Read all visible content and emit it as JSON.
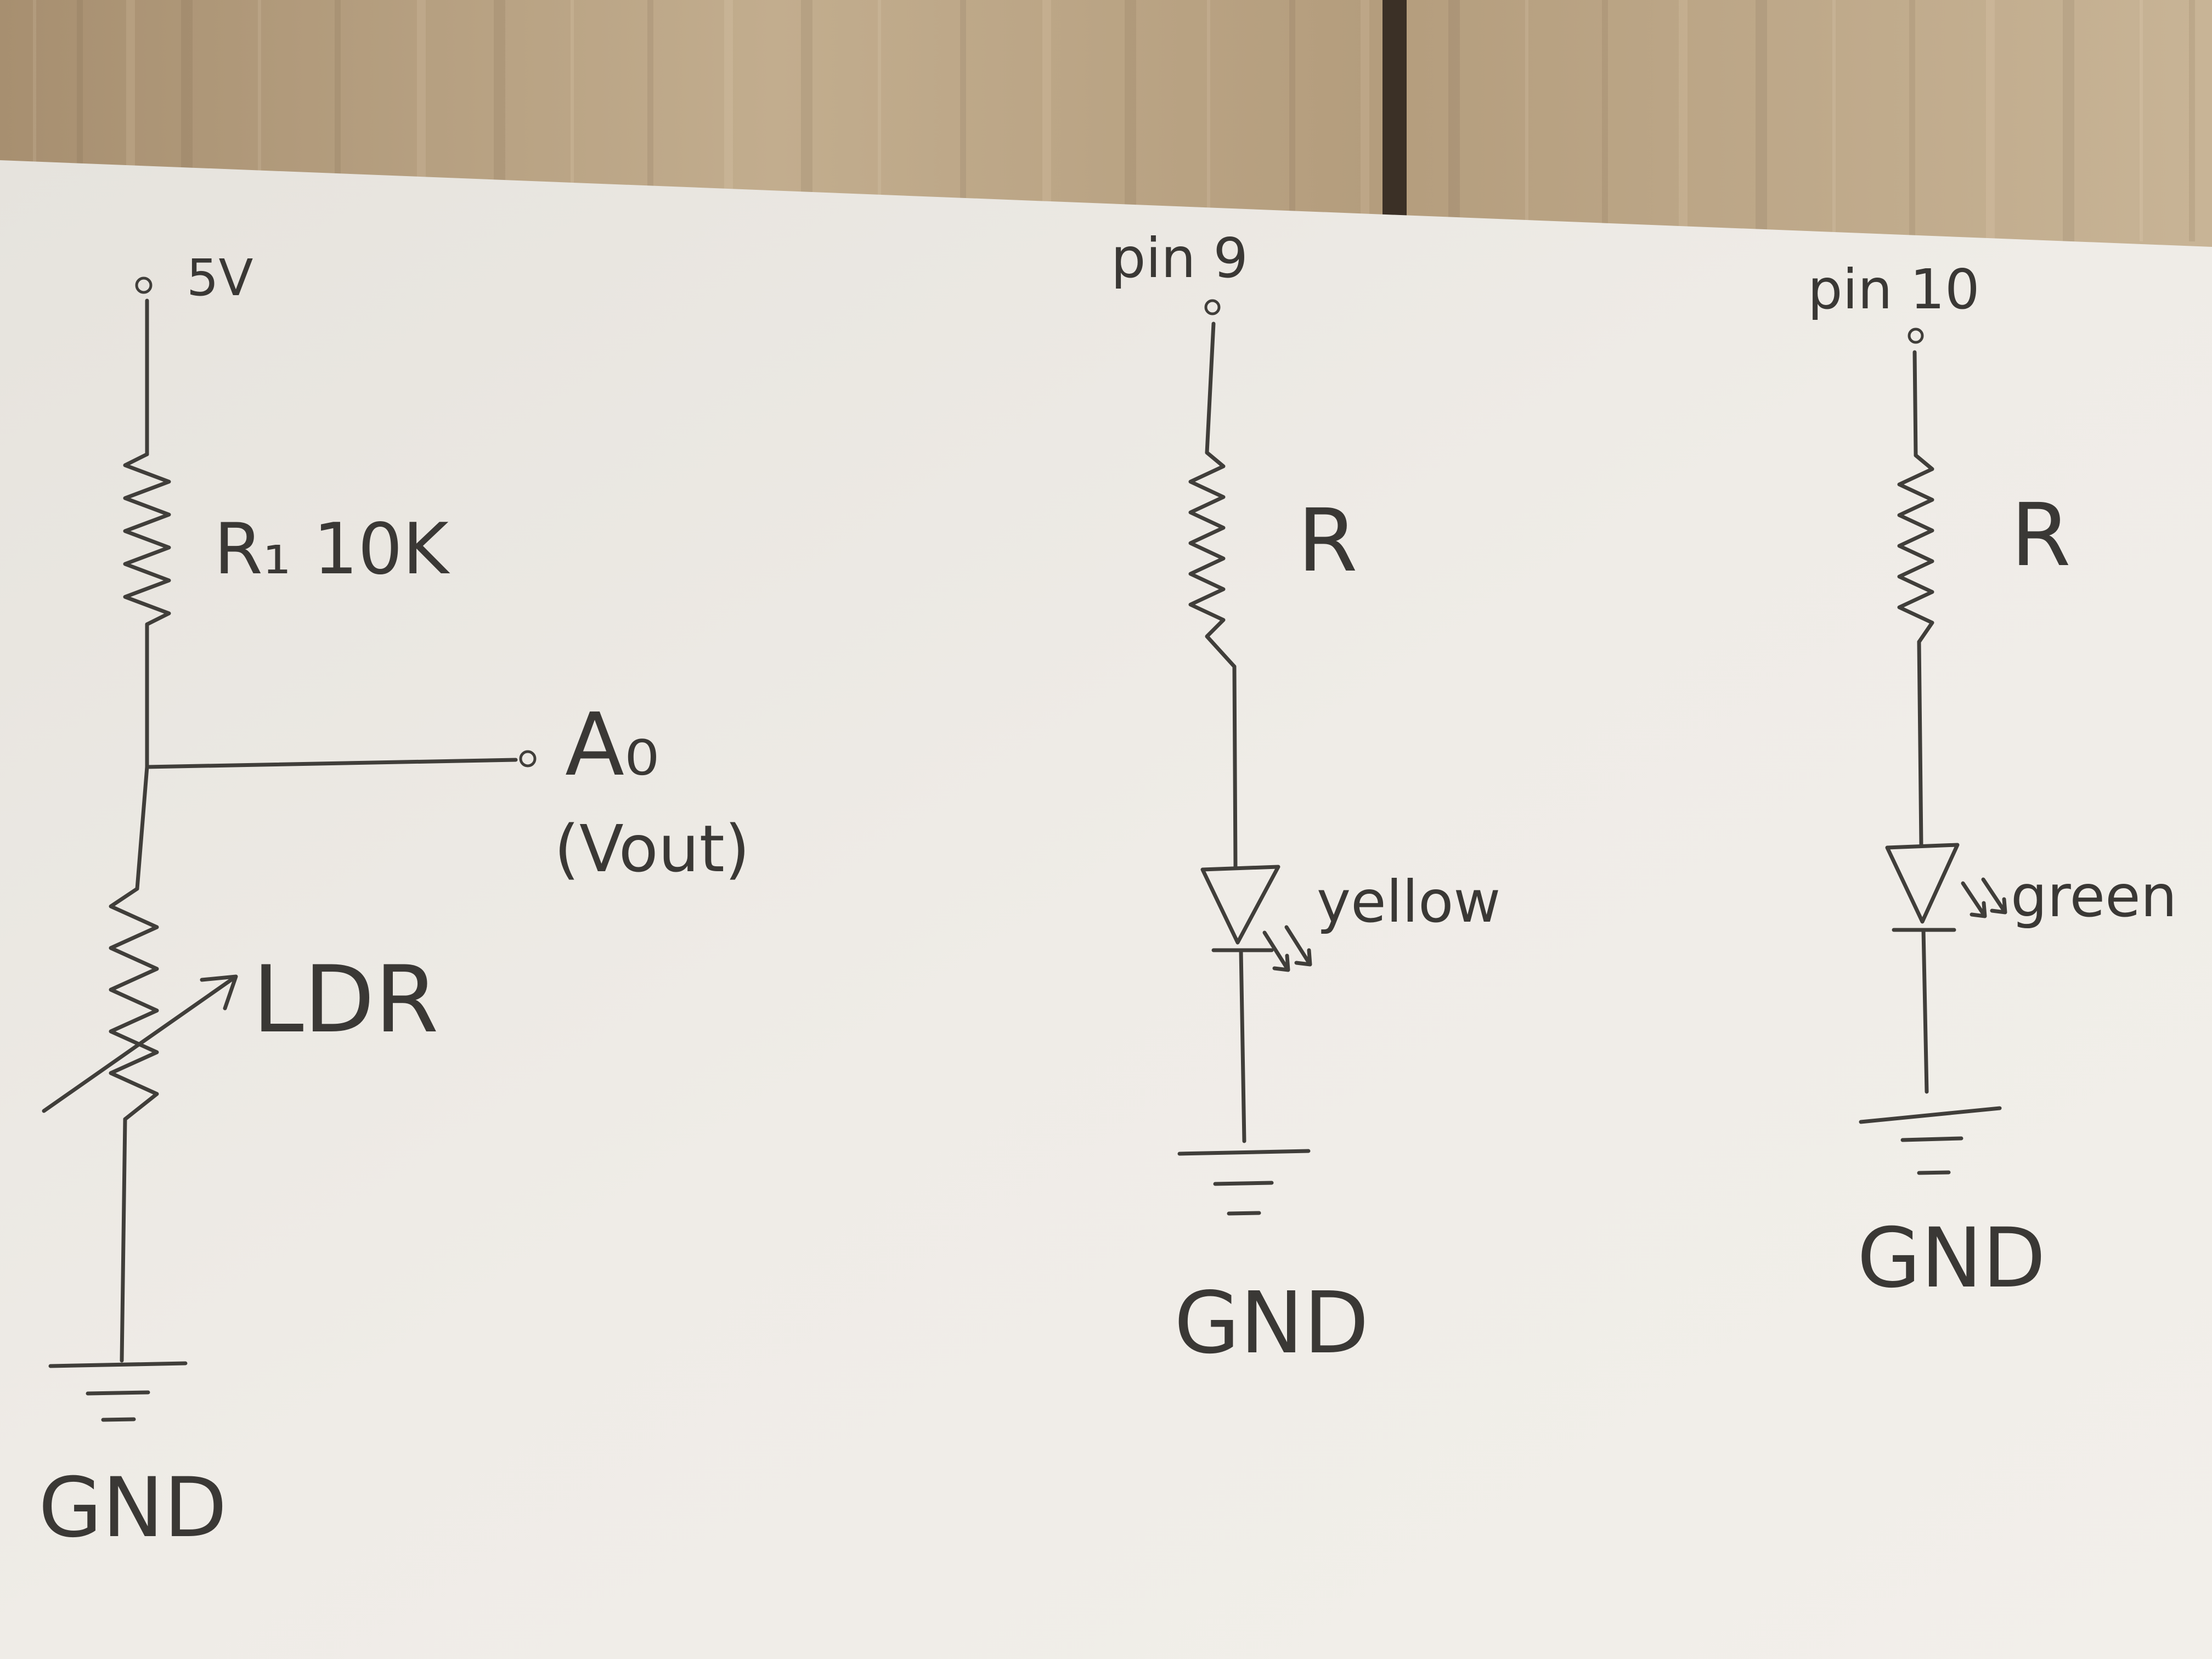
{
  "diagram": {
    "ldr_circuit": {
      "supply_label": "5V",
      "resistor_label": "R₁ 10K",
      "output_label": "A₀",
      "output_sublabel": "(Vout)",
      "ldr_label": "LDR",
      "ground_label": "GND"
    },
    "yellow_led_circuit": {
      "pin_label": "pin 9",
      "resistor_label": "R",
      "led_label": "yellow",
      "ground_label": "GND"
    },
    "green_led_circuit": {
      "pin_label": "pin 10",
      "resistor_label": "R",
      "led_label": "green",
      "ground_label": "GND"
    }
  },
  "colors": {
    "paper": "#eeebe6",
    "ink": "#3a3835",
    "wood": "#b8a385"
  }
}
